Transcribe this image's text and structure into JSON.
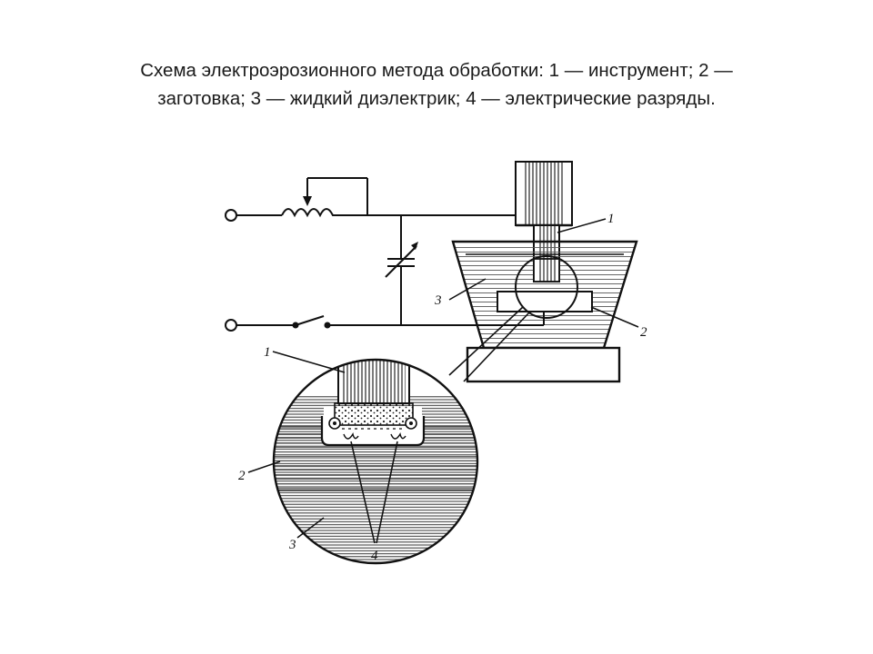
{
  "caption": {
    "line1": "Схема электроэрозионного метода обработки: 1 — инструмент; 2 —",
    "line2": "заготовка; 3 — жидкий диэлектрик; 4 — электрические разряды."
  },
  "labels": {
    "main_tool": "1",
    "main_workpiece": "2",
    "main_dielectric": "3",
    "detail_tool": "1",
    "detail_workpiece": "2",
    "detail_dielectric": "3",
    "detail_discharges": "4"
  },
  "colors": {
    "ink": "#111111",
    "liquid_hatch": "#444444"
  }
}
